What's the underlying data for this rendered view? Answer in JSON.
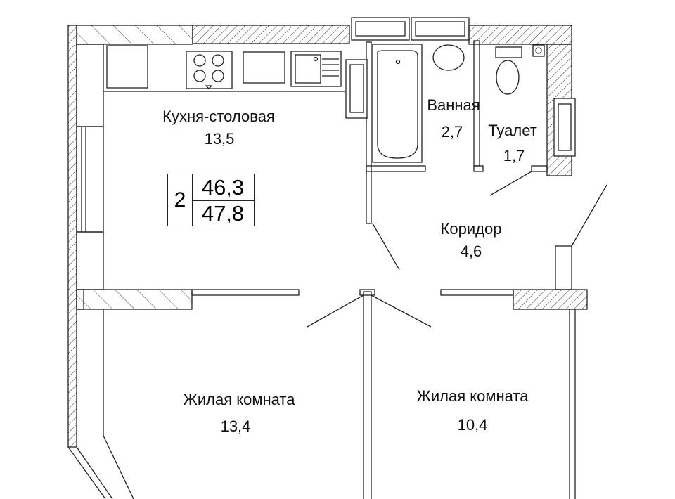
{
  "plan": {
    "rooms": [
      {
        "name": "Кухня-столовая",
        "area": "13,5"
      },
      {
        "name": "Ванная",
        "area": "2,7"
      },
      {
        "name": "Туалет",
        "area": "1,7"
      },
      {
        "name": "Коридор",
        "area": "4,6"
      },
      {
        "name": "Жилая комната",
        "area": "13,4"
      },
      {
        "name": "Жилая комната",
        "area": "10,4"
      }
    ],
    "summary": {
      "room_count": "2",
      "living_area": "46,3",
      "total_area": "47,8"
    },
    "colors": {
      "line": "#222222",
      "background": "#ffffff"
    }
  }
}
